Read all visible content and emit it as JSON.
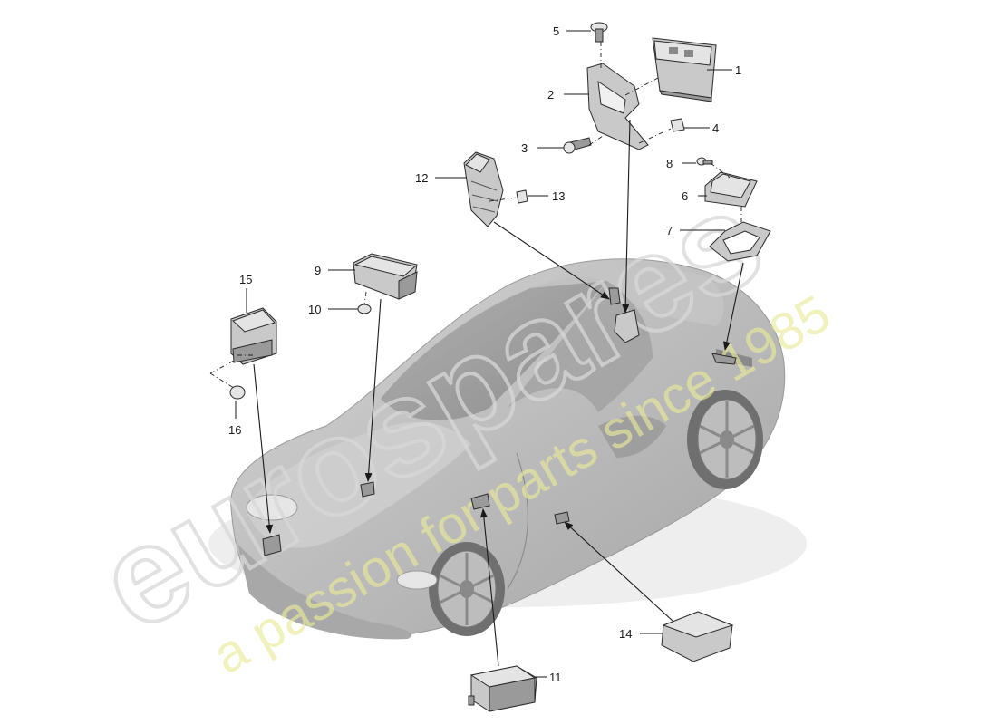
{
  "watermark": {
    "brand": "eurospares",
    "tagline": "a passion for parts since 1985",
    "color_brand": "#e8e8e8",
    "color_tagline": "#f1f1c4"
  },
  "callouts": [
    {
      "id": "1",
      "label": "1"
    },
    {
      "id": "2",
      "label": "2"
    },
    {
      "id": "3",
      "label": "3"
    },
    {
      "id": "4",
      "label": "4"
    },
    {
      "id": "5",
      "label": "5"
    },
    {
      "id": "6",
      "label": "6"
    },
    {
      "id": "7",
      "label": "7"
    },
    {
      "id": "8",
      "label": "8"
    },
    {
      "id": "9",
      "label": "9"
    },
    {
      "id": "10",
      "label": "10"
    },
    {
      "id": "11",
      "label": "11"
    },
    {
      "id": "12",
      "label": "12"
    },
    {
      "id": "13",
      "label": "13"
    },
    {
      "id": "14",
      "label": "14"
    },
    {
      "id": "15",
      "label": "15"
    },
    {
      "id": "16",
      "label": "16"
    }
  ],
  "colors": {
    "car_body": "#bdbdbd",
    "car_shadow": "#8f8f8f",
    "line": "#1a1a1a"
  }
}
